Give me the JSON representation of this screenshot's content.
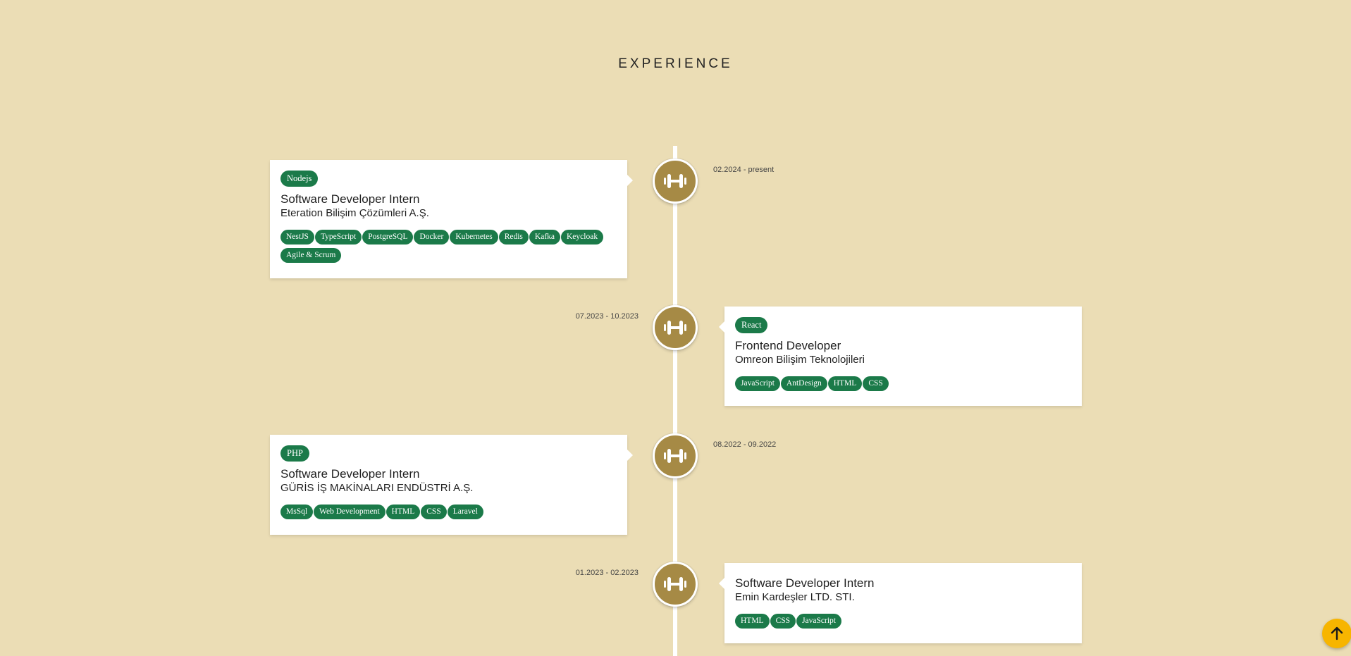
{
  "section": {
    "title": "EXPERIENCE"
  },
  "experience": [
    {
      "date": "02.2024 - present",
      "category": "Nodejs",
      "title": "Software Developer Intern",
      "company": "Eteration Bilişim Çözümleri A.Ş.",
      "tags": [
        "NestJS",
        "TypeScript",
        "PostgreSQL",
        "Docker",
        "Kubernetes",
        "Redis",
        "Kafka",
        "Keycloak",
        "Agile & Scrum"
      ]
    },
    {
      "date": "07.2023 - 10.2023",
      "category": "React",
      "title": "Frontend Developer",
      "company": "Omreon Bilişim Teknolojileri",
      "tags": [
        "JavaScript",
        "AntDesign",
        "HTML",
        "CSS"
      ]
    },
    {
      "date": "08.2022 - 09.2022",
      "category": "PHP",
      "title": "Software Developer Intern",
      "company": "GÜRİS İŞ MAKİNALARI ENDÜSTRİ A.Ş.",
      "tags": [
        "MsSql",
        "Web Development",
        "HTML",
        "CSS",
        "Laravel"
      ]
    },
    {
      "date": "01.2023 - 02.2023",
      "category": "",
      "title": "Software Developer Intern",
      "company": "Emin Kardeşler LTD. STI.",
      "tags": [
        "HTML",
        "CSS",
        "JavaScript"
      ]
    }
  ],
  "icons": {
    "node": "dumbbell-icon",
    "scroll_top": "arrow-up-icon"
  },
  "colors": {
    "background": "#ebddb5",
    "node": "#a68a45",
    "tag": "#1b7a49",
    "scroll_button": "#f7b500"
  }
}
